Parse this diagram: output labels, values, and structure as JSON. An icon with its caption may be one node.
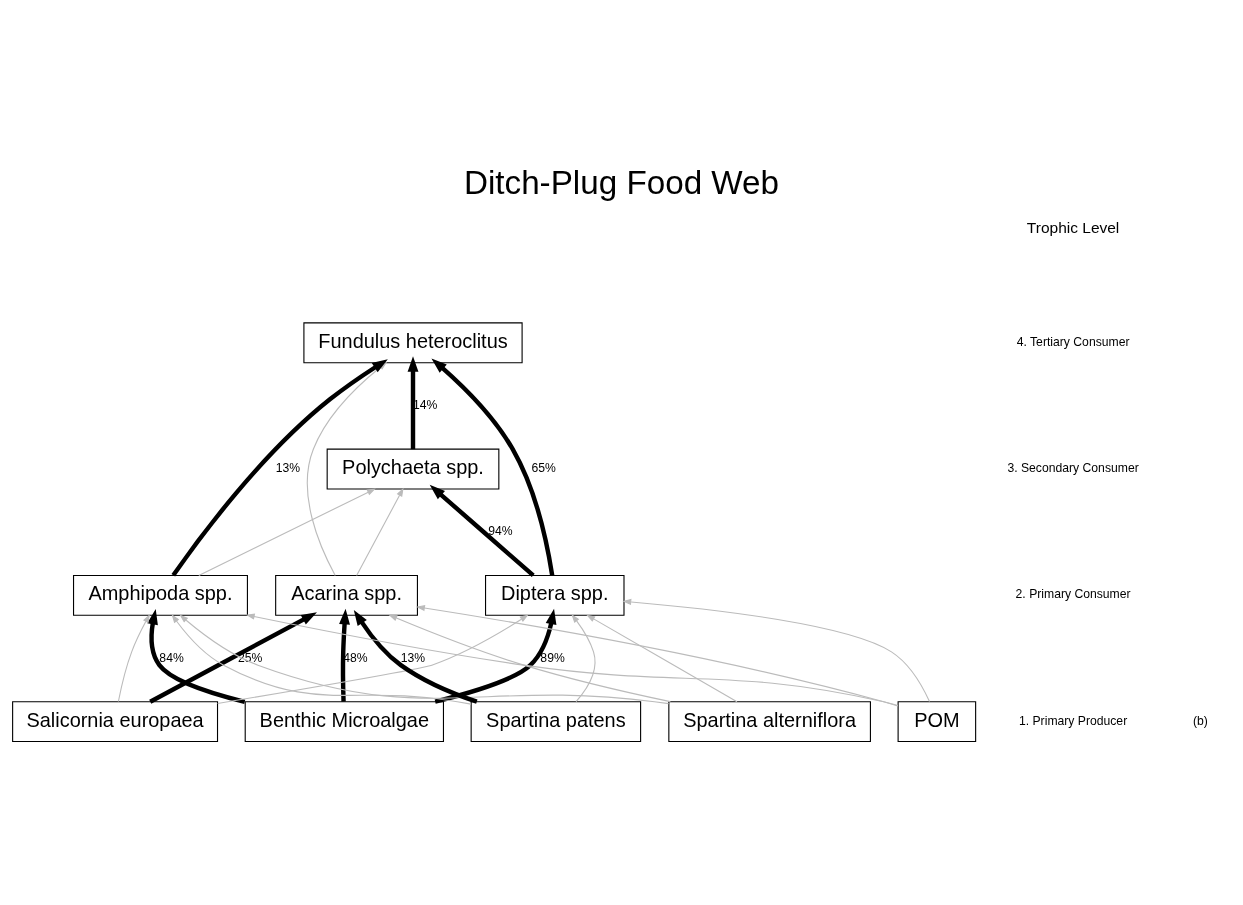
{
  "diagram": {
    "title": "Ditch-Plug Food Web",
    "nodes": [
      {
        "text": [
          "Fundulus heteroclitus"
        ]
      },
      {
        "text": [
          "Polychaeta spp."
        ]
      },
      {
        "text": [
          "Acarina spp."
        ]
      },
      {
        "text": [
          "Diptera spp."
        ]
      },
      {
        "text": [
          "Amphipoda spp."
        ]
      },
      {
        "text": [
          "Benthic Microalgae"
        ]
      },
      {
        "text": [
          "Salicornia europaea"
        ]
      },
      {
        "text": [
          "Spartina alterniflora"
        ]
      },
      {
        "text": [
          "Spartina patens"
        ]
      },
      {
        "text": [
          "POM"
        ]
      }
    ],
    "edges": [
      {
        "from": 3,
        "to": 0,
        "arrow": "to",
        "label": "65%",
        "style": "thick",
        "color": "#000000"
      },
      {
        "from": 1,
        "to": 0,
        "arrow": "to",
        "label": "14%",
        "style": "thick",
        "color": "#000000"
      },
      {
        "from": 4,
        "to": 0,
        "arrow": "to",
        "label": "13%",
        "style": "thick",
        "color": "#000000"
      },
      {
        "from": 3,
        "to": 1,
        "arrow": "to",
        "label": "94%",
        "style": "thick",
        "color": "#000000"
      },
      {
        "from": 5,
        "to": 2,
        "arrow": "to",
        "label": "48%",
        "style": "thick",
        "color": "#000000"
      },
      {
        "from": 6,
        "to": 2,
        "arrow": "to",
        "label": "25%",
        "style": "thick",
        "color": "#000000"
      },
      {
        "from": 5,
        "to": 3,
        "arrow": "to",
        "label": "89%",
        "style": "thick",
        "color": "#000000"
      },
      {
        "from": 5,
        "to": 4,
        "arrow": "to",
        "label": "84%",
        "style": "thick",
        "color": "#000000"
      },
      {
        "from": 8,
        "to": 2,
        "arrow": "to",
        "label": "13%",
        "style": "thick",
        "color": "#000000"
      },
      {
        "from": 2,
        "to": 0,
        "arrow": "to"
      },
      {
        "from": 2,
        "to": 1,
        "arrow": "to"
      },
      {
        "from": 4,
        "to": 1,
        "arrow": "to"
      },
      {
        "from": 6,
        "to": 3,
        "arrow": "to"
      },
      {
        "from": 6,
        "to": 4,
        "arrow": "to"
      },
      {
        "from": 7,
        "to": 2,
        "arrow": "to"
      },
      {
        "from": 7,
        "to": 3,
        "arrow": "to"
      },
      {
        "from": 7,
        "to": 4,
        "arrow": "to"
      },
      {
        "from": 8,
        "to": 3,
        "arrow": "to"
      },
      {
        "from": 8,
        "to": 4,
        "arrow": "to"
      },
      {
        "from": 9,
        "to": 2,
        "arrow": "to"
      },
      {
        "from": 9,
        "to": 3,
        "arrow": "to"
      },
      {
        "from": 9,
        "to": 4,
        "arrow": "to"
      }
    ],
    "labels": [
      "Trophic Level",
      "4. Tertiary Consumer",
      "3. Secondary Consumer",
      "2. Primary Consumer",
      "1. Primary Producer",
      "(b)"
    ]
  }
}
